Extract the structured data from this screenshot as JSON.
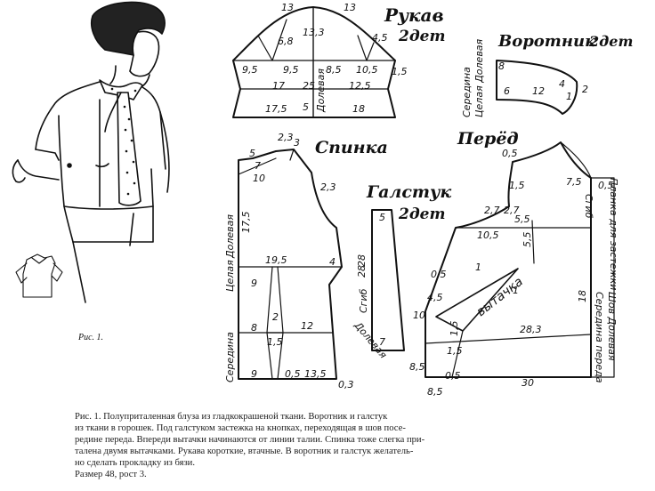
{
  "figure_label": "Рис. 1.",
  "caption_lines": [
    "Рис. 1. Полуприталенная блуза из гладкокрашеной ткани. Воротник и галстук",
    "из ткани в горошек. Под галстуком застежка на кнопках, переходящая в шов посе-",
    "редине переда. Впереди вытачки начинаются от линии талии. Спинка тоже слегка при-",
    "талена двумя вытачками. Рукава короткие, втачные. В воротник и галстук желатель-",
    "но сделать прокладку из бязи.",
    "Размер 48, рост 3."
  ],
  "pieces": {
    "sleeve": {
      "title": "Рукав",
      "count": "2дет",
      "grain": "Долевая",
      "dims": [
        "13",
        "13",
        "6,8",
        "13,3",
        "4,5",
        "9,5",
        "9,5",
        "8,5",
        "10,5",
        "17",
        "25",
        "12,5",
        "17,5",
        "5",
        "18",
        "1,5"
      ]
    },
    "collar": {
      "title": "Воротник",
      "count": "2дет",
      "side_label": [
        "Середина",
        "Целая Долевая"
      ],
      "dims": [
        "8",
        "6",
        "12",
        "4",
        "1",
        "2"
      ]
    },
    "back": {
      "title": "Спинка",
      "side_label": [
        "Середина",
        "Целая",
        "Долевая"
      ],
      "dims": [
        "2,3",
        "3",
        "5",
        "7",
        "10",
        "2,3",
        "17,5",
        "19,5",
        "4",
        "9",
        "8",
        "12",
        "2",
        "28",
        "9",
        "0,5",
        "13,5",
        "0,3",
        "1,5"
      ]
    },
    "tie": {
      "title": "Галстук",
      "count": "2дет",
      "labels": [
        "Сгиб",
        "Долевая"
      ],
      "dims": [
        "5",
        "28",
        "7"
      ]
    },
    "front": {
      "title": "Перёд",
      "labels": [
        "Планка для застежки",
        "Сгиб",
        "вытачка",
        "Середина переда",
        "Шов Долевая"
      ],
      "dims": [
        "0,5",
        "2,7",
        "7,5",
        "0,5",
        "1,5",
        "2,7",
        "5,5",
        "10,5",
        "5,5",
        "0,5",
        "1",
        "1",
        "4,5",
        "1,5",
        "28,3",
        "10",
        "1,5",
        "18",
        "8,5",
        "8,5",
        "0,5",
        "30"
      ]
    }
  }
}
